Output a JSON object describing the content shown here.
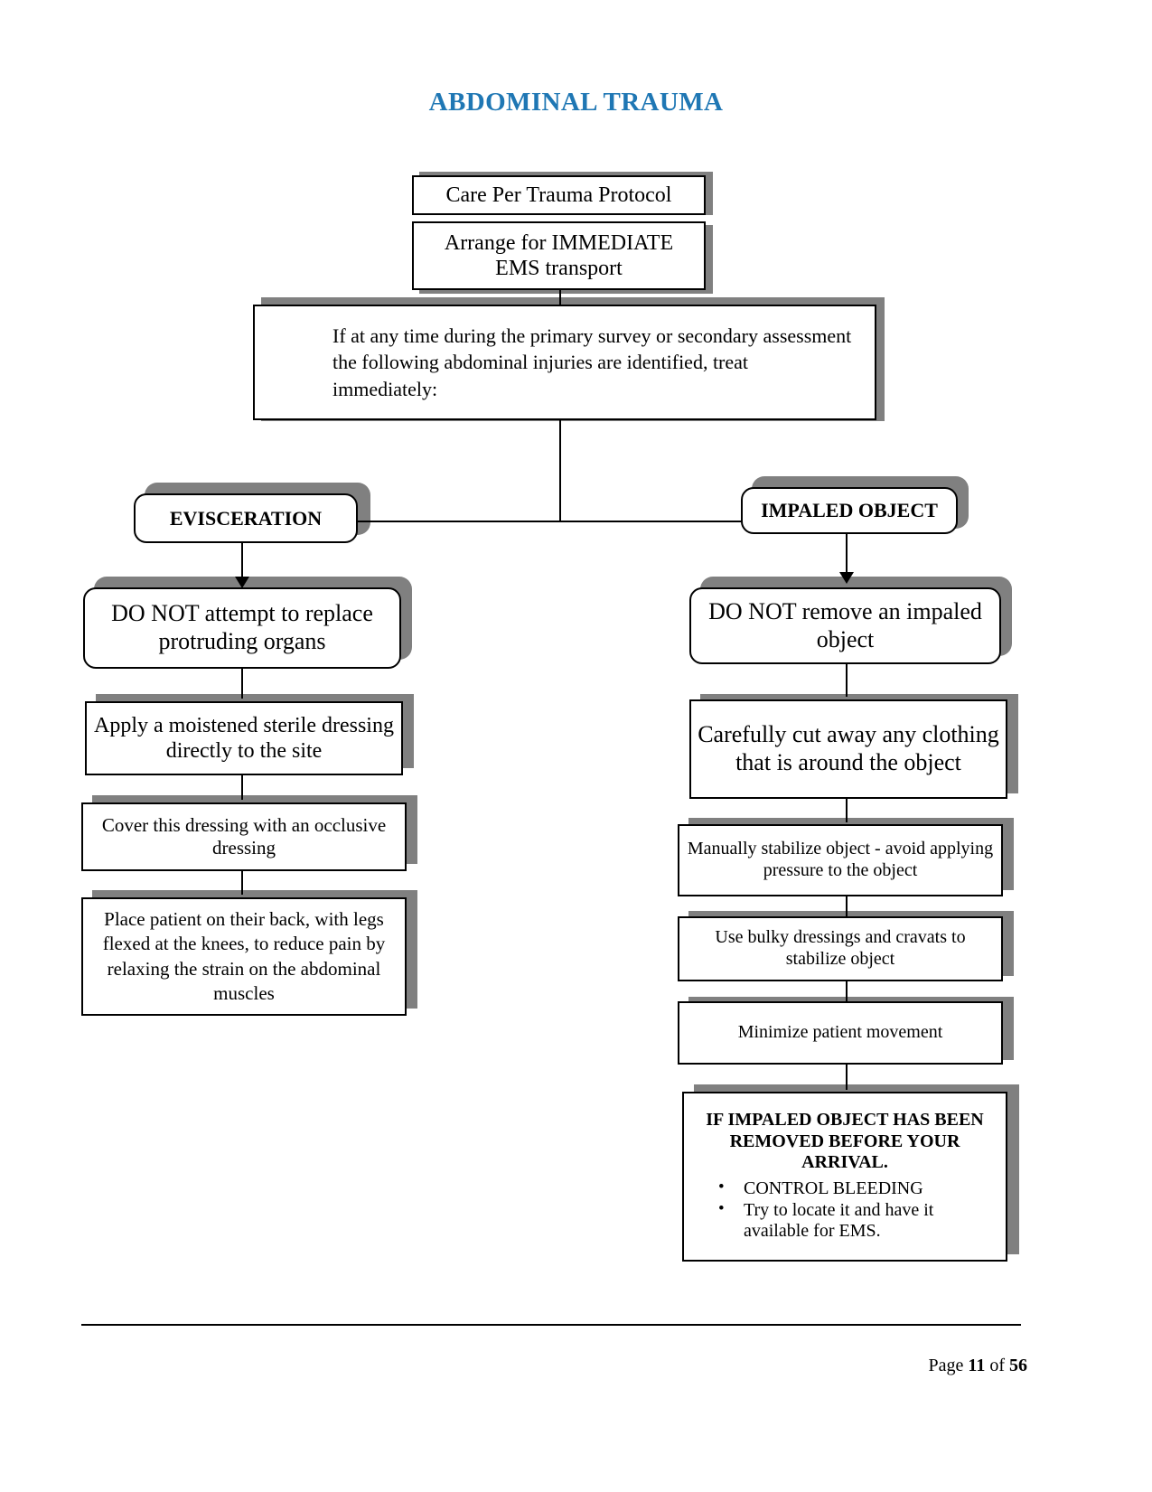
{
  "document": {
    "title": "ABDOMINAL TRAUMA",
    "title_color": "#1F77B4",
    "shadow_color": "#808080",
    "border_color": "#000000",
    "background_color": "#FFFFFF"
  },
  "flowchart": {
    "type": "flowchart",
    "nodes": {
      "care_protocol": "Care Per Trauma Protocol",
      "immediate_transport": "Arrange for IMMEDIATE\nEMS transport",
      "trigger_statement": "If at any time during the primary survey or secondary assessment the following abdominal injuries are identified, treat immediately:",
      "branch_left_header": "EVISCERATION",
      "branch_right_header": "IMPALED OBJECT",
      "left_1": "DO NOT attempt to replace protruding organs",
      "left_2": "Apply a moistened sterile dressing directly to the site",
      "left_3": "Cover this dressing with an occlusive dressing",
      "left_4": "Place patient on their back, with legs flexed at the knees, to reduce pain by relaxing the strain on the abdominal muscles",
      "right_1": "DO NOT remove an impaled object",
      "right_2": "Carefully cut away any clothing that is around the object",
      "right_3": "Manually stabilize object - avoid applying pressure to the object",
      "right_4": "Use bulky dressings and cravats to stabilize object",
      "right_5": "Minimize patient movement",
      "right_6_heading": "IF IMPALED OBJECT HAS BEEN REMOVED BEFORE YOUR ARRIVAL.",
      "right_6_bullets": [
        "CONTROL BLEEDING",
        "Try to locate it and have it available for EMS."
      ]
    }
  },
  "footer": {
    "prefix": "Page ",
    "page_number": "11",
    "middle": " of ",
    "total_pages": "56"
  }
}
